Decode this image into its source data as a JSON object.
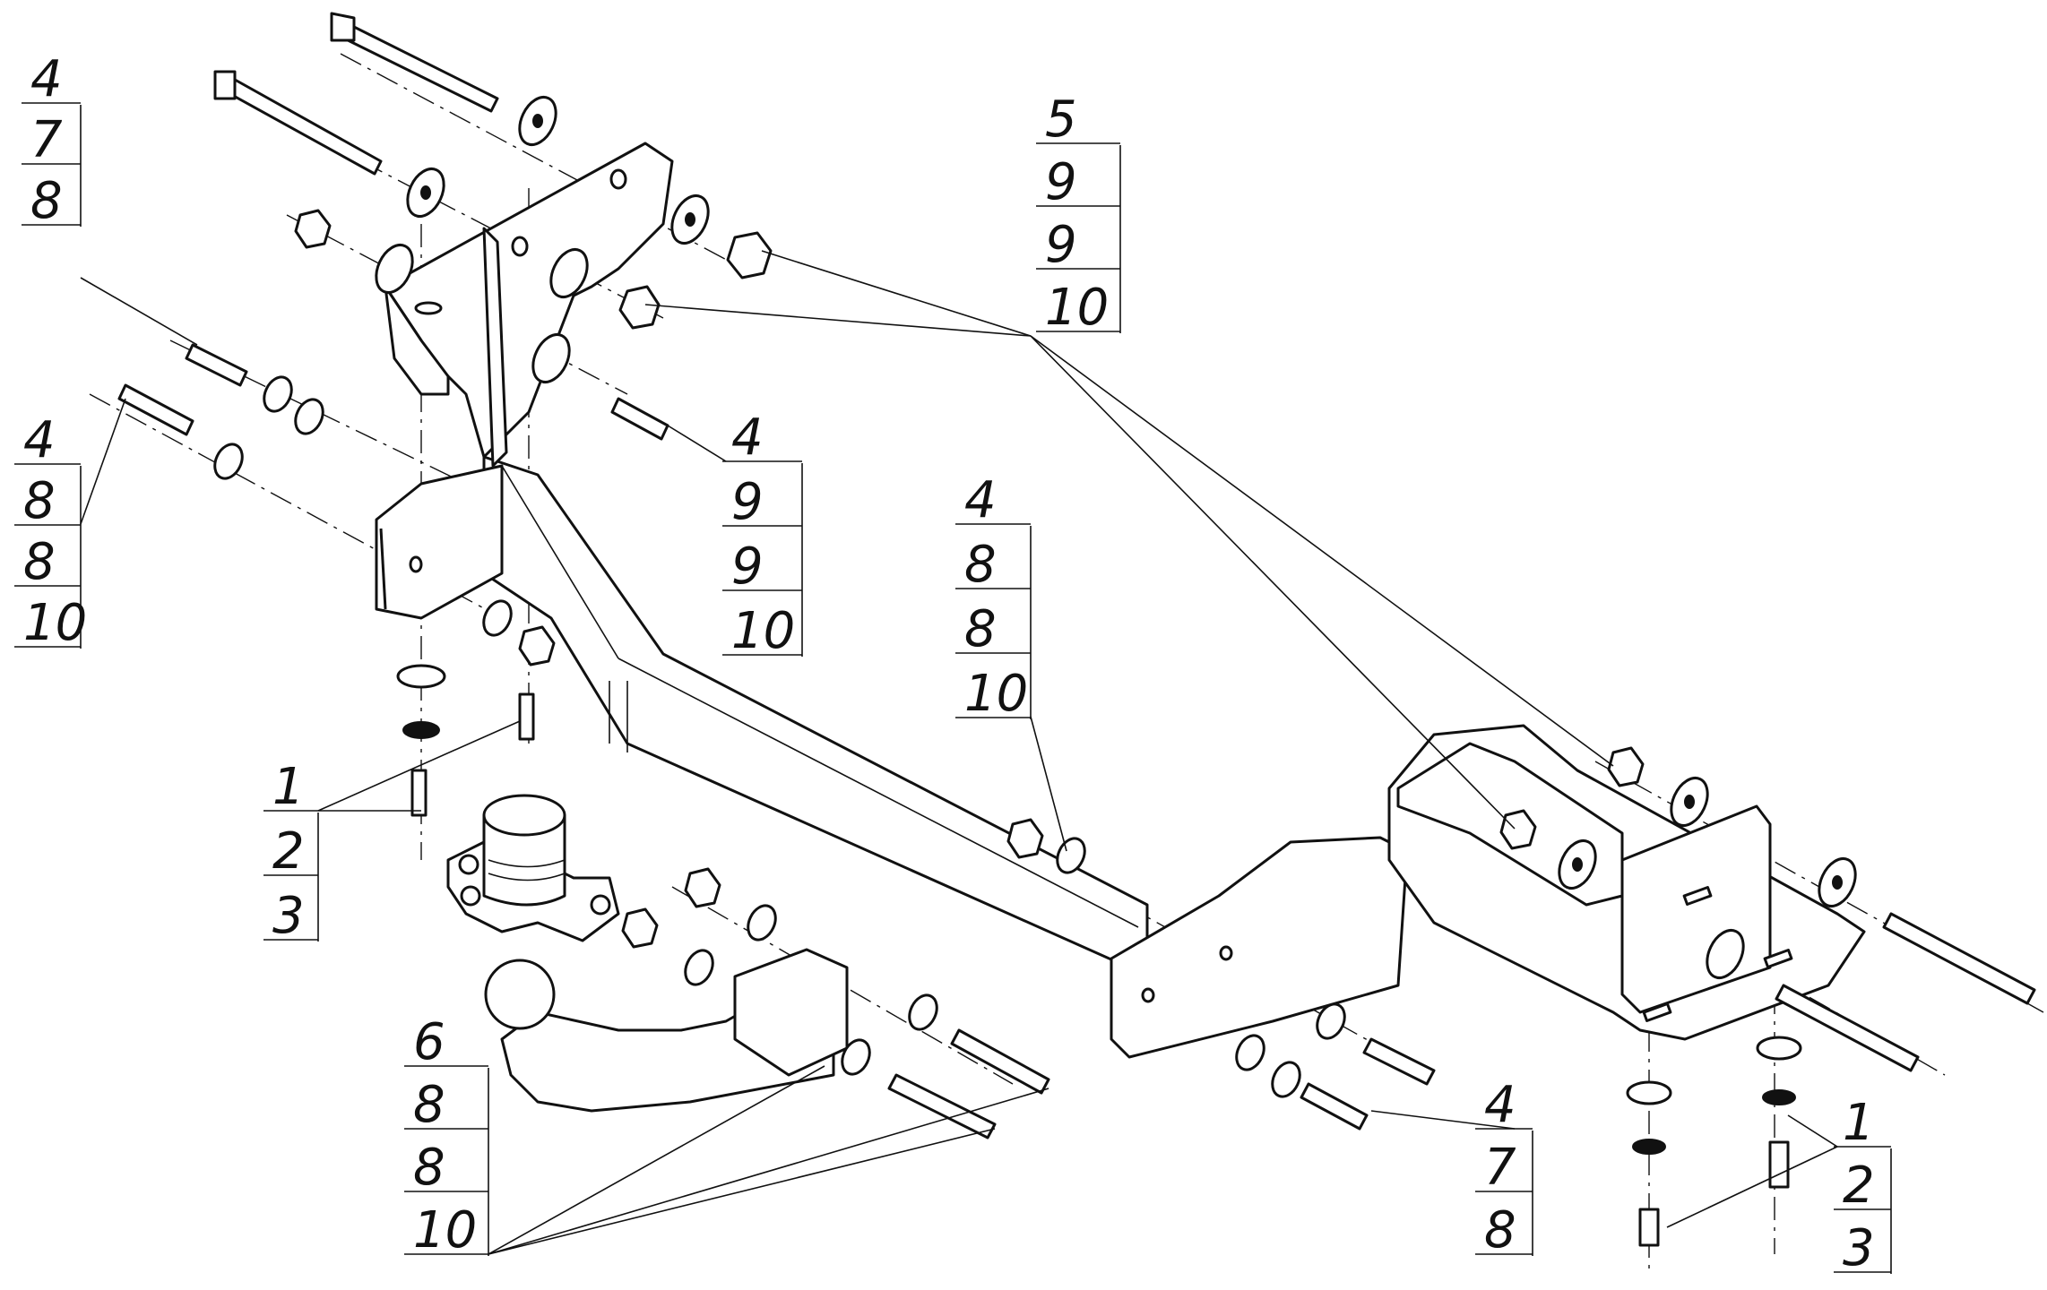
{
  "callouts": [
    {
      "id": "top-left",
      "numbers": [
        "4",
        "7",
        "8"
      ]
    },
    {
      "id": "left",
      "numbers": [
        "4",
        "8",
        "8",
        "10"
      ]
    },
    {
      "id": "top-right",
      "numbers": [
        "5",
        "9",
        "9",
        "10"
      ]
    },
    {
      "id": "center",
      "numbers": [
        "4",
        "9",
        "9",
        "10"
      ]
    },
    {
      "id": "mid-right",
      "numbers": [
        "4",
        "8",
        "8",
        "10"
      ]
    },
    {
      "id": "bottom-left-small",
      "numbers": [
        "1",
        "2",
        "3"
      ]
    },
    {
      "id": "bottom-left",
      "numbers": [
        "6",
        "8",
        "8",
        "10"
      ]
    },
    {
      "id": "bottom-center",
      "numbers": [
        "4",
        "7",
        "8"
      ]
    },
    {
      "id": "bottom-right",
      "numbers": [
        "1",
        "2",
        "3"
      ]
    }
  ],
  "colors": {
    "line": "#111111",
    "background": "#ffffff"
  }
}
